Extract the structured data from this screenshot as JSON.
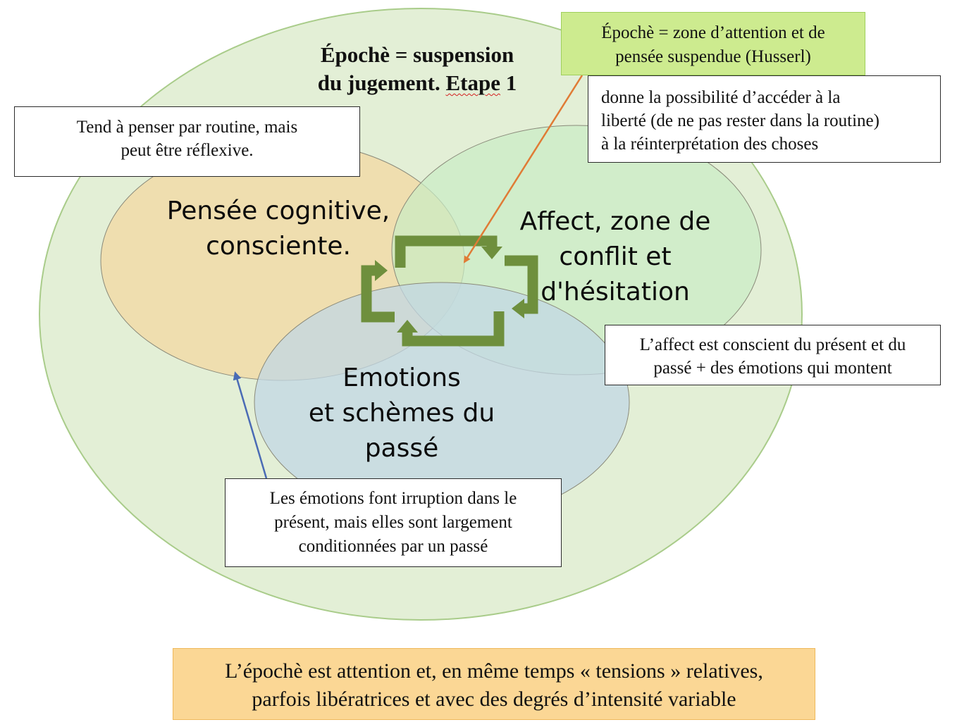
{
  "title": {
    "line1": "Épochè = suspension",
    "line2_prefix": "du jugement. ",
    "line2_squiggle": "Etape",
    "line2_suffix": " 1"
  },
  "circles": {
    "pensee": {
      "line1": "Pensée cognitive,",
      "line2": "consciente.",
      "fill": "#f1dba8"
    },
    "affect": {
      "line1": "Affect, zone de",
      "line2": "conflit et",
      "line3": "d'hésitation",
      "fill": "#c9ecc4"
    },
    "emotions": {
      "line1": "Emotions",
      "line2": "et schèmes du",
      "line3": "passé",
      "fill": "#c2d7e4"
    },
    "outer_fill": "#e3efd6"
  },
  "notes": {
    "epoche_zone": {
      "line1": "Épochè = zone d’attention et de",
      "line2": "pensée suspendue (Husserl)"
    },
    "liberty": {
      "line1": "donne la possibilité d’accéder à la",
      "line2": "liberté (de ne pas rester dans la routine)",
      "line3": "à la réinterprétation des choses"
    },
    "routine": {
      "line1": "Tend à penser par routine, mais",
      "line2": "peut être réflexive."
    },
    "affect_note": {
      "line1": "L’affect est conscient du présent et du",
      "line2": "passé + des émotions qui montent"
    },
    "emotions_note": {
      "line1": "Les émotions font irruption dans le",
      "line2": "présent, mais elles sont largement",
      "line3": "conditionnées par un passé"
    },
    "conclusion": {
      "line1": "L’épochè est attention et, en même temps « tensions » relatives,",
      "line2": "parfois libératrices et avec des degrés d’intensité variable"
    }
  },
  "colors": {
    "cycle_arrows": "#6e8f3d",
    "orange_arrow": "#e07b35",
    "blue_arrow": "#4a6bb5",
    "epoche_box": "#cdeb8f",
    "conclusion_box": "#fbd795"
  }
}
